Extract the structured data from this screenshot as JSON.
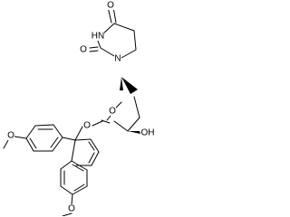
{
  "structure": {
    "atom_labels": {
      "o_carbonyl_top": "O",
      "nh": "HN",
      "n_glyco": "N",
      "o_carbonyl_left": "O",
      "o_ring": "O",
      "oh": "OH",
      "o_ether": "O",
      "o_methoxy_upper": "O",
      "o_methoxy_lower": "O"
    }
  }
}
